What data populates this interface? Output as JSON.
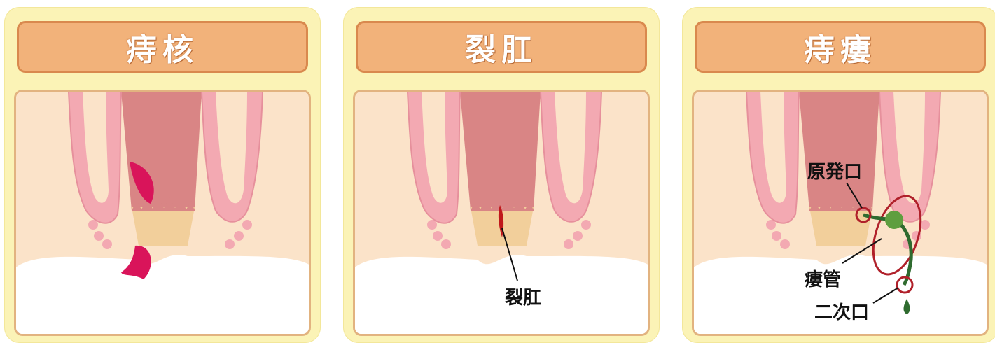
{
  "panels": [
    {
      "title": "痔核"
    },
    {
      "title": "裂肛",
      "labels": {
        "fissure": "裂肛"
      }
    },
    {
      "title": "痔瘻",
      "labels": {
        "primary": "原発口",
        "fistula": "瘻管",
        "secondary": "二次口"
      }
    }
  ]
}
